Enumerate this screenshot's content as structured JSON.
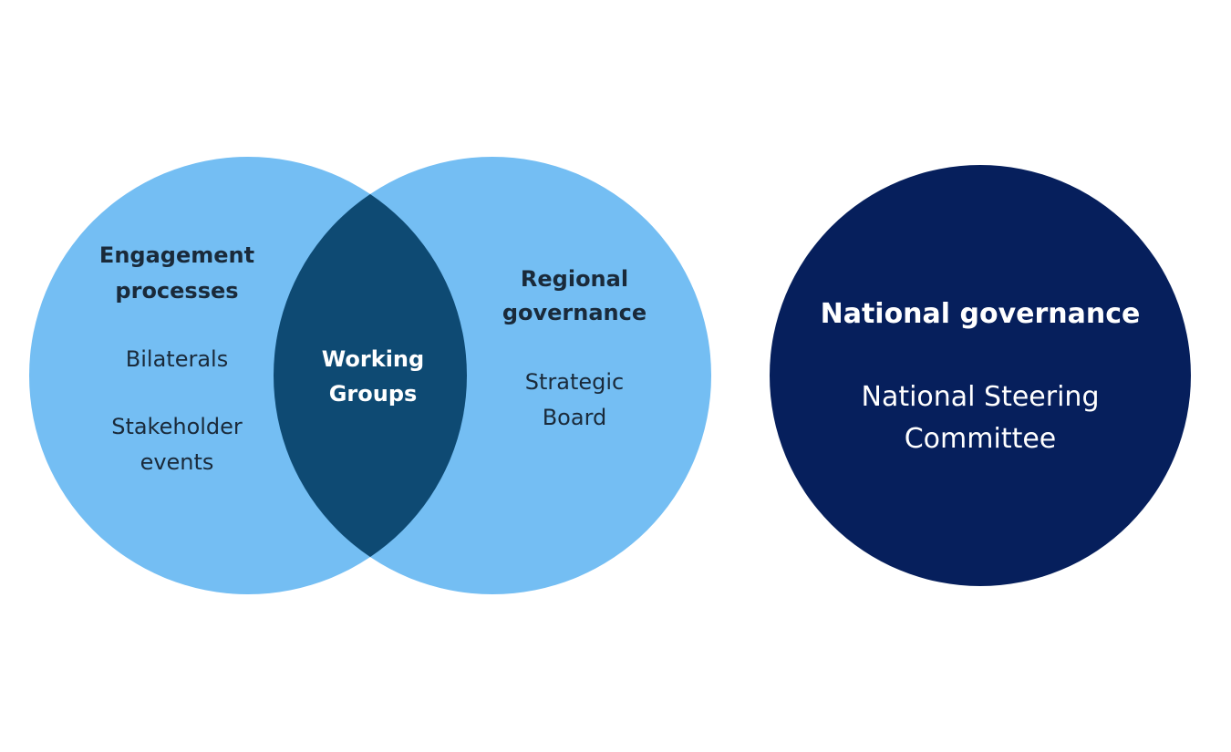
{
  "colors": {
    "light_circle": "#74BEF3",
    "overlap": "#0E4A73",
    "national_circle": "#061F5C",
    "dark_text": "#1A2A3A",
    "white_text": "#FFFFFF"
  },
  "engagement": {
    "heading_line1": "Engagement",
    "heading_line2": "processes",
    "item1": "Bilaterals",
    "item2_line1": "Stakeholder",
    "item2_line2": "events"
  },
  "overlap": {
    "line1": "Working",
    "line2": "Groups"
  },
  "regional": {
    "heading_line1": "Regional",
    "heading_line2": "governance",
    "item1_line1": "Strategic",
    "item1_line2": "Board"
  },
  "national": {
    "heading": "National governance",
    "item1_line1": "National Steering",
    "item1_line2": "Committee"
  }
}
